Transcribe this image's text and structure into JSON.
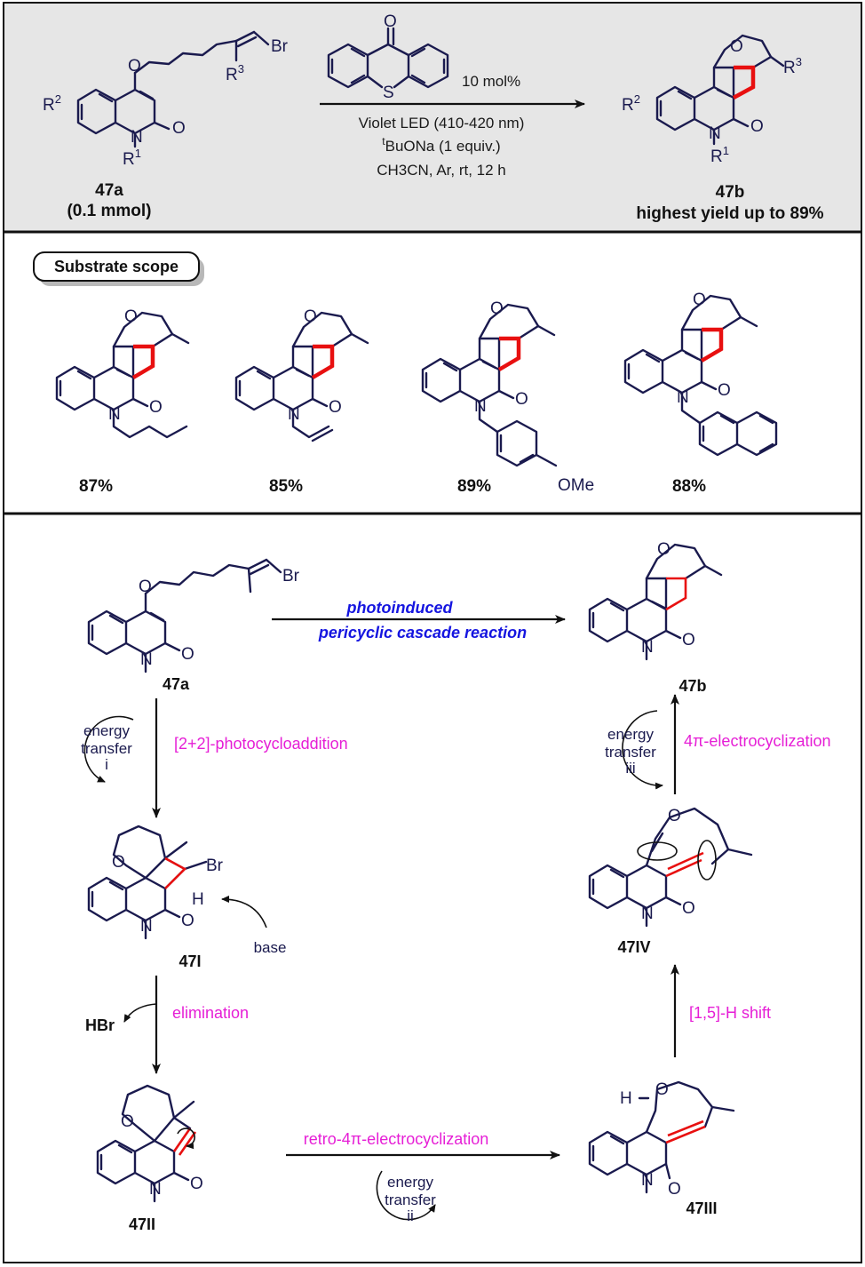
{
  "reaction": {
    "catalyst_loading": "10 mol%",
    "light": "Violet LED (410-420 nm)",
    "base_prefix": "t",
    "base": "BuONa (1 equiv.)",
    "solvent_conditions": "CH3CN, Ar, rt, 12 h",
    "reactant_label": "47a",
    "reactant_amount": "(0.1 mmol)",
    "product_label": "47b",
    "product_yield": "highest yield up to 89%",
    "atoms": {
      "R1": "R",
      "R1_sup": "1",
      "R2": "R",
      "R2_sup": "2",
      "R3": "R",
      "R3_sup": "3",
      "O": "O",
      "N": "N",
      "S": "S",
      "Br": "Br"
    }
  },
  "scope": {
    "badge": "Substrate scope",
    "yields": [
      "87%",
      "85%",
      "89%",
      "88%"
    ],
    "ome": "OMe"
  },
  "mechanism": {
    "top_arrow_line1": "photoinduced",
    "top_arrow_line2": "pericyclic cascade reaction",
    "label_47a": "47a",
    "label_47b": "47b",
    "label_47I": "47I",
    "label_47II": "47II",
    "label_47III": "47III",
    "label_47IV": "47IV",
    "step1": "[2+2]-photocycloaddition",
    "step2": "elimination",
    "step3": "retro-4π-electrocyclization",
    "step4": "[1,5]-H shift",
    "step5": "4π-electrocyclization",
    "et_i": [
      "energy",
      "transfer",
      "i"
    ],
    "et_ii": [
      "energy",
      "transfer",
      "ii"
    ],
    "et_iii": [
      "energy",
      "transfer",
      "iii"
    ],
    "base": "base",
    "hbr": "HBr",
    "h": "H"
  },
  "colors": {
    "structure": "#1a1a4e",
    "highlight": "#e81010",
    "conditions": "#e61fd6",
    "title": "#1515e0",
    "panel": "#e6e6e6"
  }
}
